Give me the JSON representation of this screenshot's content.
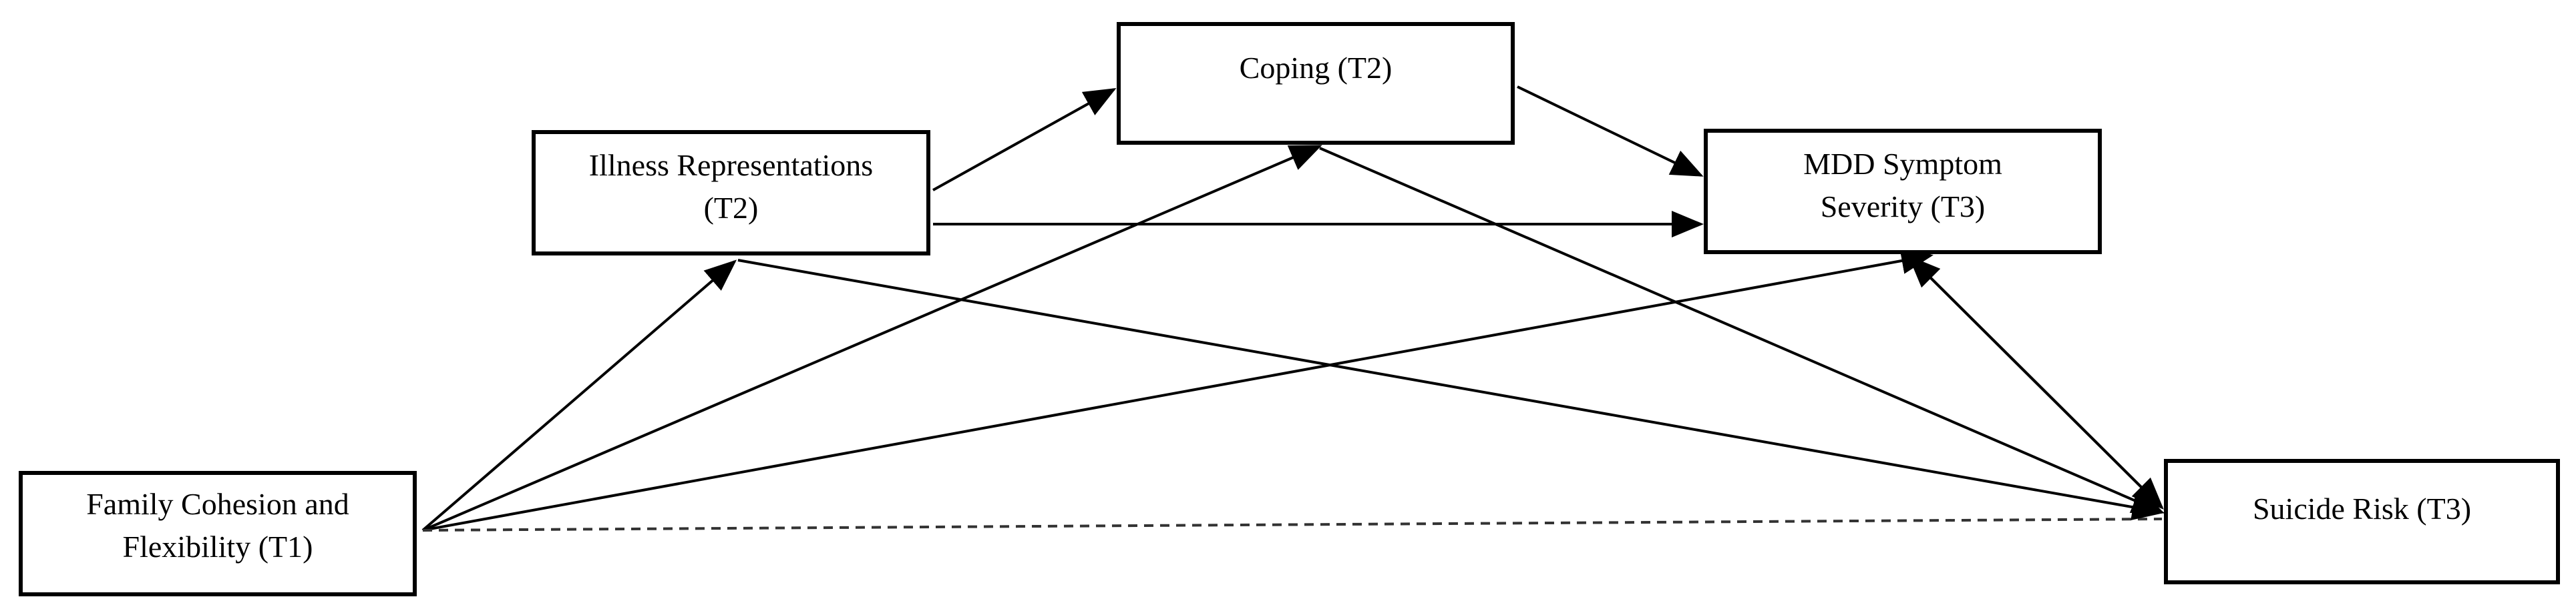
{
  "colors": {
    "stroke": "#000000",
    "background": "#ffffff",
    "dashed_path": "#333333"
  },
  "nodes": {
    "family": {
      "line1": "Family Cohesion and",
      "line2": "Flexibility (T1)"
    },
    "illness": {
      "line1": "Illness Representations",
      "line2": "(T2)"
    },
    "coping": {
      "line1": "Coping (T2)"
    },
    "mdd": {
      "line1": "MDD Symptom",
      "line2": "Severity (T3)"
    },
    "suicide": {
      "line1": "Suicide Risk (T3)"
    }
  },
  "paths": [
    {
      "from": "family",
      "to": "illness",
      "style": "solid"
    },
    {
      "from": "family",
      "to": "coping",
      "style": "solid"
    },
    {
      "from": "family",
      "to": "mdd",
      "style": "solid"
    },
    {
      "from": "family",
      "to": "suicide",
      "style": "dashed"
    },
    {
      "from": "illness",
      "to": "coping",
      "style": "solid"
    },
    {
      "from": "illness",
      "to": "mdd",
      "style": "solid"
    },
    {
      "from": "illness",
      "to": "suicide",
      "style": "solid"
    },
    {
      "from": "coping",
      "to": "mdd",
      "style": "solid"
    },
    {
      "from": "coping",
      "to": "suicide",
      "style": "solid"
    },
    {
      "from": "mdd",
      "to": "suicide",
      "style": "solid"
    },
    {
      "from": "suicide",
      "to": "mdd",
      "style": "solid"
    }
  ]
}
